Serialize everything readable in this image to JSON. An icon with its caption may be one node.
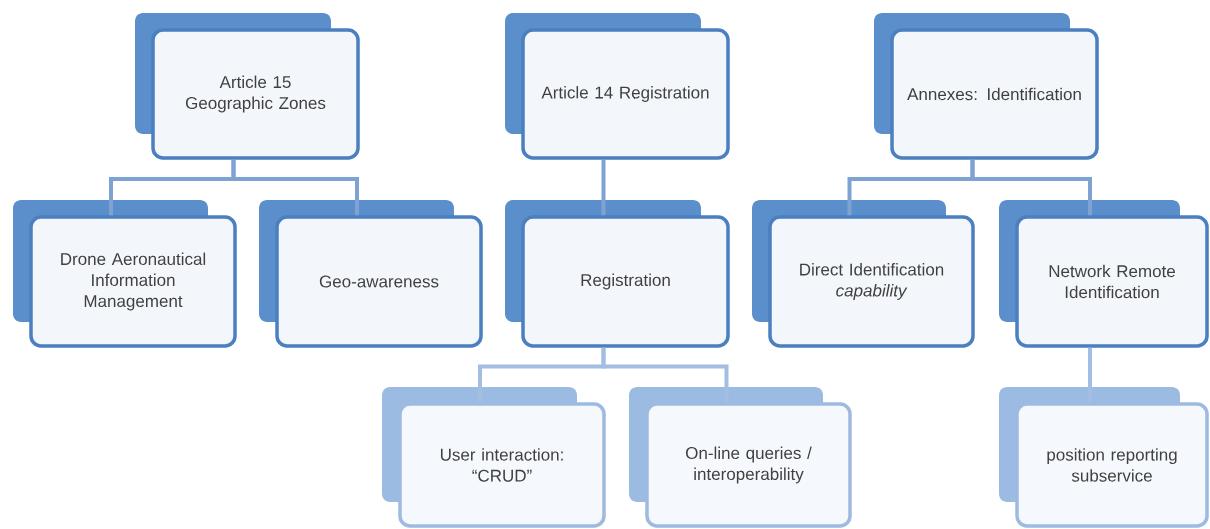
{
  "diagram": {
    "nodes": [
      {
        "text": [
          "Article 15 Geographic Zones"
        ]
      },
      {
        "text": [
          "Drone Aeronautical Information Management"
        ]
      },
      {
        "text": [
          "Geo-awareness"
        ]
      },
      {
        "text": [
          "Article 14 Registration"
        ]
      },
      {
        "text": [
          "Registration"
        ]
      },
      {
        "text": [
          "User interaction: “CRUD”"
        ]
      },
      {
        "text": [
          "On-line queries / interoperability"
        ]
      },
      {
        "text": [
          "Annexes: Identification"
        ]
      },
      {
        "text": [
          "Direct Identification *capability*"
        ]
      },
      {
        "text": [
          "Network Remote Identification"
        ]
      },
      {
        "text": [
          "position reporting subservice"
        ]
      }
    ],
    "edges": [
      {
        "from": 0,
        "to": 1,
        "arrow": "none"
      },
      {
        "from": 0,
        "to": 2,
        "arrow": "none"
      },
      {
        "from": 3,
        "to": 4,
        "arrow": "none"
      },
      {
        "from": 4,
        "to": 5,
        "arrow": "none",
        "color": "#a3bde3"
      },
      {
        "from": 4,
        "to": 6,
        "arrow": "none",
        "color": "#a3bde3"
      },
      {
        "from": 7,
        "to": 8,
        "arrow": "none"
      },
      {
        "from": 7,
        "to": 9,
        "arrow": "none"
      },
      {
        "from": 9,
        "to": 10,
        "arrow": "none",
        "color": "#a3bde3"
      }
    ]
  }
}
